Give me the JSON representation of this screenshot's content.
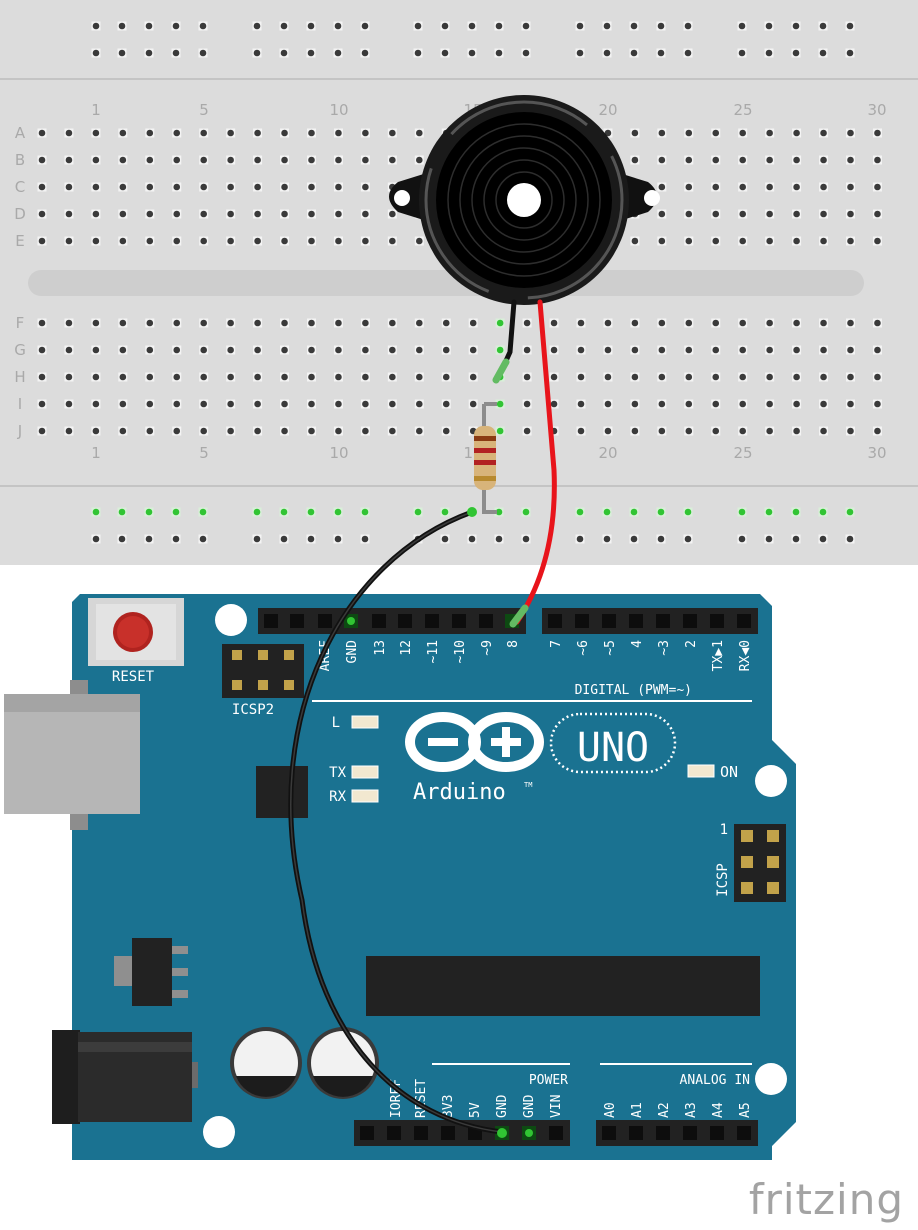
{
  "breadboard": {
    "column_numbers": [
      "1",
      "5",
      "10",
      "15",
      "20",
      "25",
      "30"
    ],
    "rows_top": [
      "A",
      "B",
      "C",
      "D",
      "E"
    ],
    "rows_bottom": [
      "F",
      "G",
      "H",
      "I",
      "J"
    ]
  },
  "arduino": {
    "reset_label": "RESET",
    "icsp2_label": "ICSP2",
    "icsp_label": "ICSP",
    "icsp_pin1": "1",
    "logo_text": "Arduino",
    "tm": "TM",
    "model": "UNO",
    "on_label": "ON",
    "l_label": "L",
    "tx_label": "TX",
    "rx_label": "RX",
    "digital_header": "DIGITAL (PWM=~)",
    "power_header": "POWER",
    "analog_header": "ANALOG IN",
    "digital_pins_left": [
      "AREF",
      "GND",
      "13",
      "12",
      "~11",
      "~10",
      "~9",
      "8"
    ],
    "digital_pins_right": [
      "7",
      "~6",
      "~5",
      "4",
      "~3",
      "2",
      "TX▶1",
      "RX◀0"
    ],
    "power_pins": [
      "IOREF",
      "RESET",
      "3V3",
      "5V",
      "GND",
      "GND",
      "VIN"
    ],
    "analog_pins": [
      "A0",
      "A1",
      "A2",
      "A3",
      "A4",
      "A5"
    ]
  },
  "colors": {
    "breadboard": "#dcdcdc",
    "board": "#1a7291",
    "wire_red": "#e8141b",
    "wire_black": "#111111",
    "highlight": "#31c433"
  },
  "watermark": "fritzing"
}
